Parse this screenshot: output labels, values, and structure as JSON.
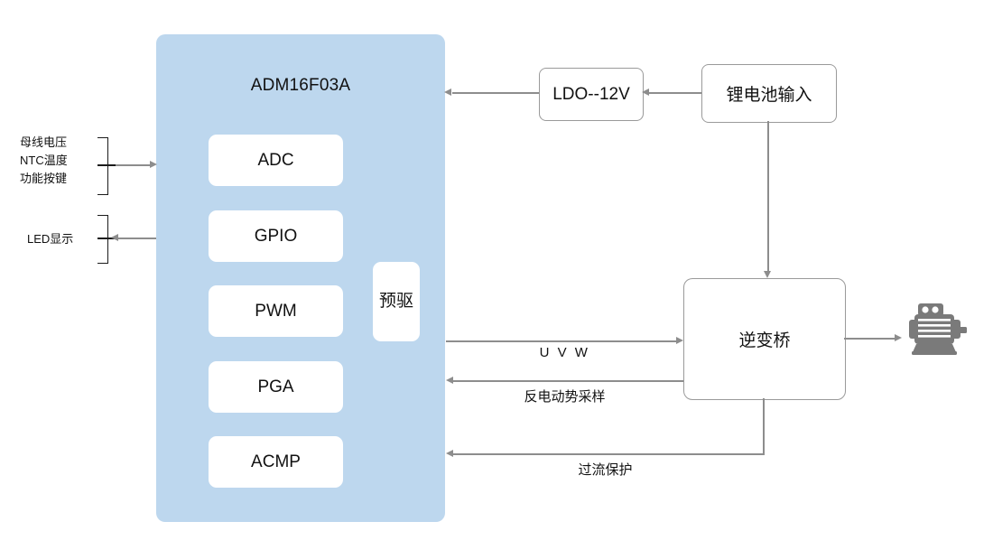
{
  "diagram": {
    "title": "BLDC motor control block diagram",
    "colors": {
      "mcu_fill": "#bdd7ee",
      "block_fill": "#ffffff",
      "line": "#8d8d8d",
      "bracket": "#1b1b1b",
      "motor": "#7a7a7a",
      "text": "#111111"
    }
  },
  "mcu": {
    "title": "ADM16F03A",
    "peripherals": [
      {
        "label": "ADC"
      },
      {
        "label": "GPIO"
      },
      {
        "label": "PWM"
      },
      {
        "label": "PGA"
      },
      {
        "label": "ACMP"
      }
    ],
    "predriver": {
      "label": "预驱"
    }
  },
  "power": {
    "ldo": {
      "label": "LDO--12V"
    },
    "battery": {
      "label": "锂电池输入"
    }
  },
  "power_stage": {
    "bridge": {
      "label": "逆变桥"
    },
    "motor": {
      "label": "motor-icon"
    }
  },
  "io_left": {
    "inputs": {
      "label": "母线电压\nNTC温度\n功能按键",
      "direction": "into-mcu"
    },
    "outputs": {
      "label": "LED显示",
      "direction": "out-of-mcu"
    }
  },
  "edges": [
    {
      "name": "ldo-to-mcu",
      "label": ""
    },
    {
      "name": "battery-to-ldo",
      "label": ""
    },
    {
      "name": "battery-to-bridge",
      "label": ""
    },
    {
      "name": "predriver-to-bridge",
      "label": "U V W"
    },
    {
      "name": "bridge-to-pga",
      "label": "反电动势采样"
    },
    {
      "name": "bridge-to-acmp",
      "label": "过流保护"
    },
    {
      "name": "bridge-to-motor",
      "label": ""
    }
  ],
  "edge_labels": {
    "uvw": "U V W",
    "bemf": "反电动势采样",
    "ocp": "过流保护"
  }
}
